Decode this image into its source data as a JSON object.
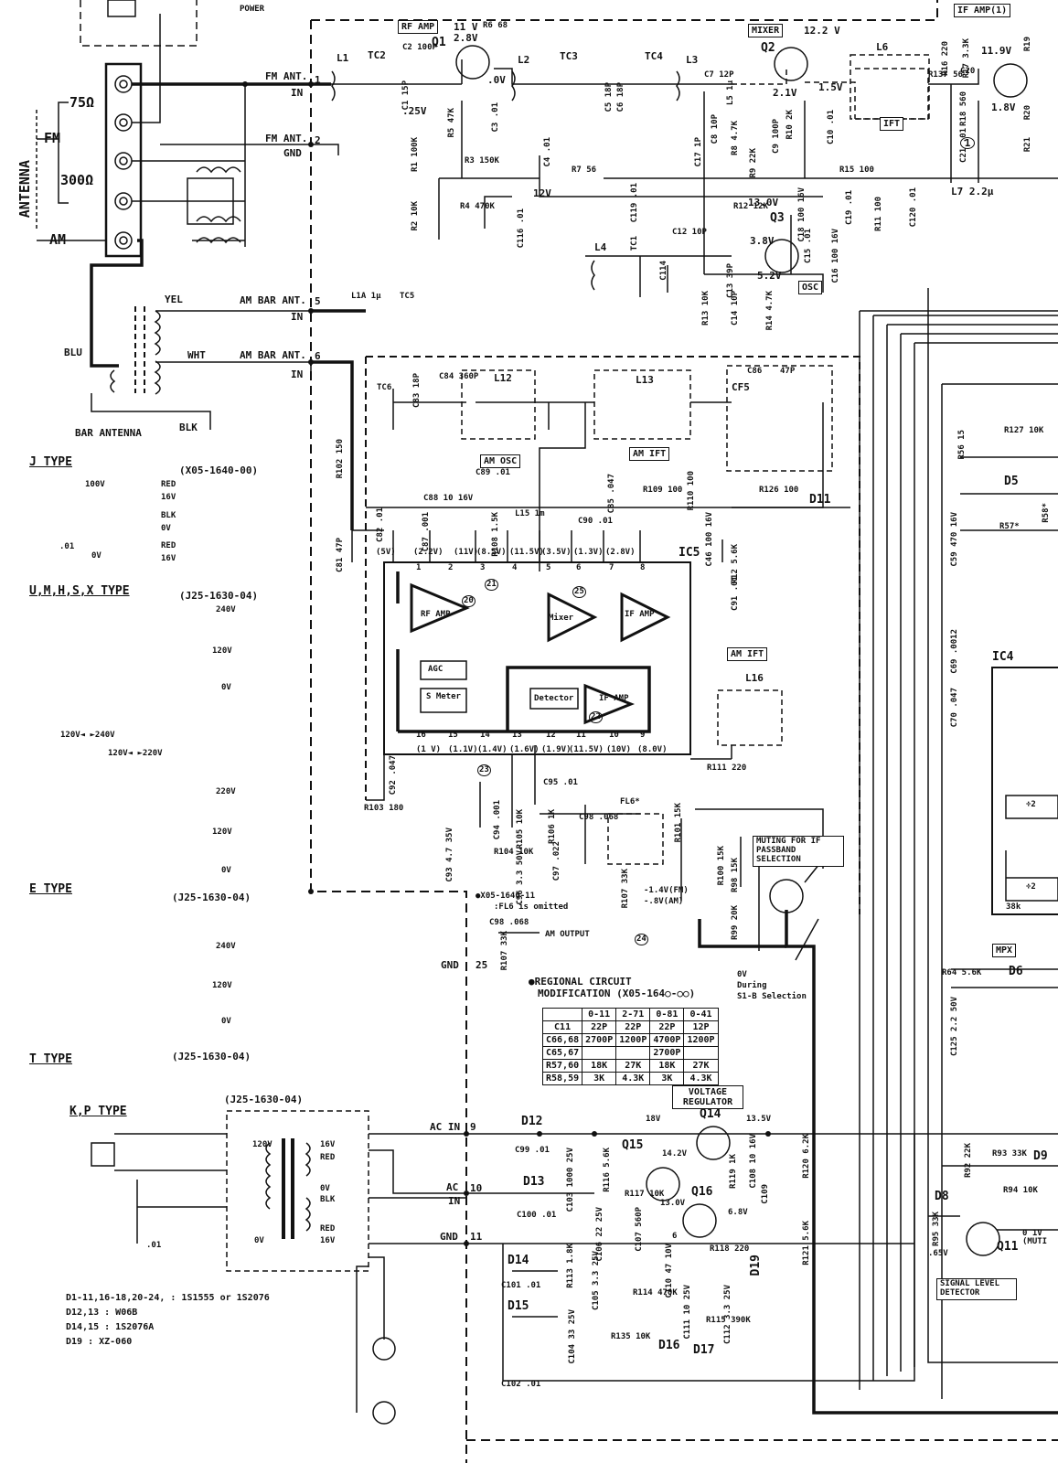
{
  "top": {
    "power": "POWER",
    "if_amp1": "IF AMP(1)"
  },
  "antenna": {
    "title": "ANTENNA",
    "ohm75": "75Ω",
    "ohm300": "300Ω",
    "fm": "FM",
    "am": "AM",
    "bar_antenna": "BAR ANTENNA",
    "blu": "BLU",
    "yel": "YEL",
    "wht": "WHT",
    "blk": "BLK"
  },
  "ports": {
    "fm_ant_in": "FM ANT.",
    "in": "IN",
    "fm_ant_gnd": "FM ANT.",
    "gnd": "GND",
    "am_bar_ant_5": "AM BAR ANT.",
    "am_bar_ant_6": "AM BAR ANT.",
    "gnd25": "GND",
    "ac_in9": "AC IN",
    "ac10": "AC",
    "in10": "IN",
    "gnd11": "GND"
  },
  "pins": {
    "p1": "1",
    "p2": "2",
    "p5": "5",
    "p6": "6",
    "p25": "25",
    "p9": "9",
    "p10": "10",
    "p11": "11"
  },
  "rf_section": {
    "rf_amp": "RF AMP",
    "mixer": "MIXER",
    "osc": "OSC",
    "ift": "IFT",
    "v11": "11 V",
    "v28": "2.8V",
    "v0": ".0V",
    "v25": ".25V",
    "v12": "12V",
    "v122": "12.2 V",
    "v21": "2.1V",
    "v15": "1.5V",
    "v13": "13.0V",
    "v38": "3.8V",
    "v52": "5.2V",
    "v119": "11.9V",
    "v18": "1.8V",
    "q1": "Q1",
    "q2": "Q2",
    "q3": "Q3",
    "l1": "L1",
    "l2": "L2",
    "l3": "L3",
    "l4": "L4",
    "l5": "L5 1μ",
    "l6": "L6",
    "l7": "L7 2.2μ",
    "tc1": "TC1",
    "tc2": "TC2",
    "tc3": "TC3",
    "tc4": "TC4",
    "r6": "R6 68",
    "r3": "R3 150K",
    "r4": "R4 470K",
    "r7": "R7 56",
    "r15": "R15 100",
    "r1": "R1 100K",
    "r2": "R2 10K",
    "r5": "R5 47K",
    "r8": "R8 4.7K",
    "r9": "R9 22K",
    "r10": "R10 2K",
    "r11": "R11 100",
    "r12": "R12 12K",
    "r13": "R13 10K",
    "r14": "R14 4.7K",
    "r16": "R16 220",
    "r17": "R17 3.3K",
    "r18": "R18 560",
    "r19": "R19",
    "r20": "R20",
    "r21": "R21",
    "r137": "R137 56",
    "c2": "C2 100P",
    "c1": "C1 15P",
    "c3": "C3 .01",
    "c4": "C4 .01",
    "c5": "C5 18P",
    "c6": "C6 18P",
    "c7": "C7 12P",
    "c8": "C8 10P",
    "c9": "C9 100P",
    "c10": "C10 .01",
    "c12": "C12 10P",
    "c13": "C13 39P",
    "c14": "C14 10P",
    "c15": "C15 .01",
    "c16": "C16 100 16V",
    "c17": "C17 1P",
    "c18": "C18 100 16V",
    "c19": "C19 .01",
    "c20": "C20",
    "c21": "C21 .01",
    "c114": "C114",
    "c116": "C116 .01",
    "c119": "C119 .01",
    "c120": "C120 .01",
    "circle1": "1"
  },
  "am_section": {
    "l1a": "L1A 1μ",
    "tc5": "TC5",
    "tc6": "TC6",
    "c83": "C83 18P",
    "c84": "C84 360P",
    "l12": "L12",
    "l13": "L13",
    "cf5": "CF5",
    "c86": "C86",
    "p47": "47P",
    "am_osc": "AM OSC",
    "am_ift": "AM IFT",
    "am_ift2": "AM IFT",
    "c85": "C85 .047",
    "c89": "C89 .01",
    "r109": "R109 100",
    "r110": "R110 100",
    "r126": "R126 100",
    "d11": "D11",
    "c88": "C88 10 16V",
    "c82": "C82 .01",
    "c87": "C87 .001",
    "r108": "R108 1.5K",
    "l15": "L15 1m",
    "c90": "C90 .01",
    "c46": "C46 100 16V",
    "r12b": "R12 5.6K",
    "c91": "C91 .01",
    "r102": "R102 150",
    "c81": "C81 47P",
    "ic5": "IC5",
    "rf_amp": "RF AMP",
    "mixer": "Mixer",
    "if_amp": "IF AMP",
    "agc": "AGC",
    "s_meter": "S Meter",
    "detector": "Detector",
    "if_amp2": "IF AMP",
    "v_5": "(5V)",
    "v_22": "(2.2V)",
    "v_11": "(11V)",
    "v_85": "(8.5V)",
    "v_115": "(11.5V)",
    "v_35": "(3.5V)",
    "v_13": "(1.3V)",
    "v_28": "(2.8V)",
    "v_1": "(1 V)",
    "v_114": "(1.1V)",
    "v_14": "(1.4V)",
    "v_16": "(1.6V)",
    "v_19": "(1.9V)",
    "v_115b": "(11.5V)",
    "v_10": "(10V)",
    "v_8": "(8.0V)",
    "n1": "1",
    "n2": "2",
    "n3": "3",
    "n4": "4",
    "n5": "5",
    "n6": "6",
    "n7": "7",
    "n8": "8",
    "n16": "16",
    "n15": "15",
    "n14": "14",
    "n13": "13",
    "n12": "12",
    "n11": "11",
    "n10": "10",
    "n9": "9",
    "c20": "20",
    "c21": "21",
    "c25": "25",
    "c22": "22",
    "c23": "23",
    "c24": "24",
    "l16": "L16",
    "r111": "R111 220",
    "c92": "C92 .047",
    "r103": "R103 180",
    "c95": "C95 .01",
    "c94": "C94 .001",
    "r105": "R105 10K",
    "r106": "R106 1K",
    "c98": "C98 .068",
    "fl6": "FL6*",
    "r101": "R101 15K",
    "c93": "C93 4.7 35V",
    "r104": "R104 10K",
    "c96": "C96 3.3 50V",
    "c97": "C97 .022",
    "r107": "R107 33K",
    "r100": "R100 15K",
    "r98": "R98 15K",
    "r99": "R99 20K",
    "muting": "MUTING FOR IF PASSBAND SELECTION",
    "fm_v": "-1.4V(FM)",
    "am_v": "-.8V(AM)",
    "omit1": "●X05-1640-11",
    "omit2": ":FL6 is omitted",
    "c98b": "C98 .068",
    "r107b": "R107 33K",
    "am_output": "AM OUTPUT",
    "ov": "0V",
    "during": "During",
    "s1b": "S1-B Selection"
  },
  "regional": {
    "title1": "●REGIONAL CIRCUIT",
    "title2": "MODIFICATION (X05-164○-○○)",
    "header": [
      "",
      "0-11",
      "2-71",
      "0-81",
      "0-41"
    ],
    "rows": [
      [
        "C11",
        "22P",
        "22P",
        "22P",
        "12P"
      ],
      [
        "C66,68",
        "2700P",
        "1200P",
        "4700P",
        "1200P"
      ],
      [
        "C65,67",
        "",
        "",
        "2700P",
        ""
      ],
      [
        "R57,60",
        "18K",
        "27K",
        "18K",
        "27K"
      ],
      [
        "R58,59",
        "3K",
        "4.3K",
        "3K",
        "4.3K"
      ]
    ]
  },
  "types": {
    "j_type": "J TYPE",
    "j_code": "(X05-1640-00)",
    "j_100v": "100V",
    "j_0v": "0V",
    "j_red": "RED",
    "j_16v": "16V",
    "j_blk": "BLK",
    "j_0v2": "0V",
    "j_red2": "RED",
    "j_16v2": "16V",
    "j_01": ".01",
    "umhsx": "U,M,H,S,X TYPE",
    "umhsx_code": "(J25-1630-04)",
    "v240": "240V",
    "v120": "120V",
    "v0": "0V",
    "sel": "120V◄  ►240V",
    "e_sel": "120V◄  ►220V",
    "e_type": "E TYPE",
    "e_code": "(J25-1630-04)",
    "v220": "220V",
    "t_type": "T TYPE",
    "t_code": "(J25-1630-04)",
    "kp": "K,P TYPE",
    "kp_code": "(J25-1630-04)",
    "kp_120": "120V",
    "kp_16v": "16V",
    "kp_red": "RED",
    "kp_0v": "0V",
    "kp_blk": "BLK",
    "kp_red2": "RED",
    "kp_16v2": "16V",
    "kp_0v2": "0V",
    "kp_01": ".01"
  },
  "notes": [
    "D1-11,16-18,20-24,  :  1S1555 or 1S2076",
    "D12,13  :  W06B",
    "D14,15  :  1S2076A",
    "D19     :  XZ-060"
  ],
  "psu": {
    "voltage_regulator": "VOLTAGE REGULATOR",
    "d12": "D12",
    "d13": "D13",
    "d14": "D14",
    "d15": "D15",
    "d16": "D16",
    "d17": "D17",
    "d19": "D19",
    "c99": "C99 .01",
    "c100": "C100 .01",
    "c101": "C101 .01",
    "c102": "C102 .01",
    "c103": "C103 1000 25V",
    "c104": "C104 33 25V",
    "v18": "18V",
    "v135": "13.5V",
    "v142": "14.2V",
    "v68": "6.8V",
    "q14": "Q14",
    "q15": "Q15",
    "q16": "Q16",
    "r116": "R116 5.6K",
    "r117": "R117 10K",
    "c107": "C107 560P",
    "c106": "C106 22 25V",
    "r119": "R119 1K",
    "c108": "C108 10 16V",
    "c109": "C109",
    "r120": "R120 6.2K",
    "c110": "C110 47 10V",
    "r118": "R118 220",
    "r121": "R121 5.6K",
    "r113": "R113 1.8K",
    "c105": "C105 3.3 25V",
    "r114": "R114 470K",
    "c111": "C111 10 25V",
    "c112": "C112 3.3 25V",
    "r115": "R115 390K",
    "r135": "R135 10K",
    "v6": "6",
    "v13": "13.0V"
  },
  "right": {
    "r56": "R56 15",
    "r127": "R127 10K",
    "d5": "D5",
    "c59": "C59 470 16V",
    "r57": "R57*",
    "r58": "R58*",
    "c69": "C69 .0012",
    "c70": "C70 .047",
    "ic4": "IC4",
    "mpx": "MPX",
    "div2a": "÷2",
    "div2b": "÷2",
    "k38": "38k",
    "r64": "R64 5.6K",
    "d6": "D6",
    "c125": "C125 2.2 50V",
    "r92": "R92 22K",
    "r93": "R93 33K",
    "d9": "D9",
    "r94": "R94 10K",
    "d8": "D8",
    "r95": "R95 33K",
    "v65": ".65V",
    "q11": "Q11",
    "mut": "0 1V (MUTI",
    "sld": "SIGNAL LEVEL DETECTOR"
  }
}
